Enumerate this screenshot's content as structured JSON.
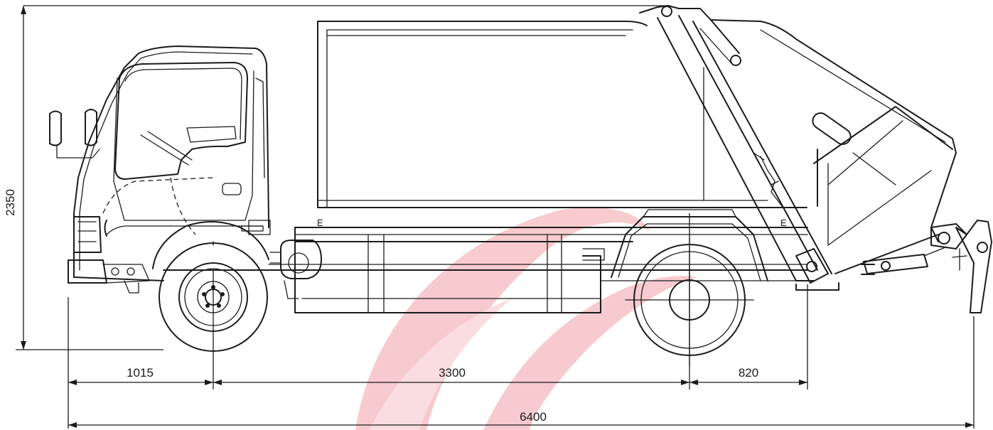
{
  "drawing": {
    "subject": "compactor-garbage-truck-side-elevation",
    "colors": {
      "line": "#1b1b1b",
      "watermark": "#f2a0a8",
      "background": "#ffffff"
    },
    "dimensions": {
      "overall_height": "2350",
      "front_overhang": "1015",
      "wheelbase": "3300",
      "rear_overhang": "820",
      "overall_length": "6400"
    },
    "frame_marks": {
      "left": "E",
      "right": "E"
    }
  }
}
